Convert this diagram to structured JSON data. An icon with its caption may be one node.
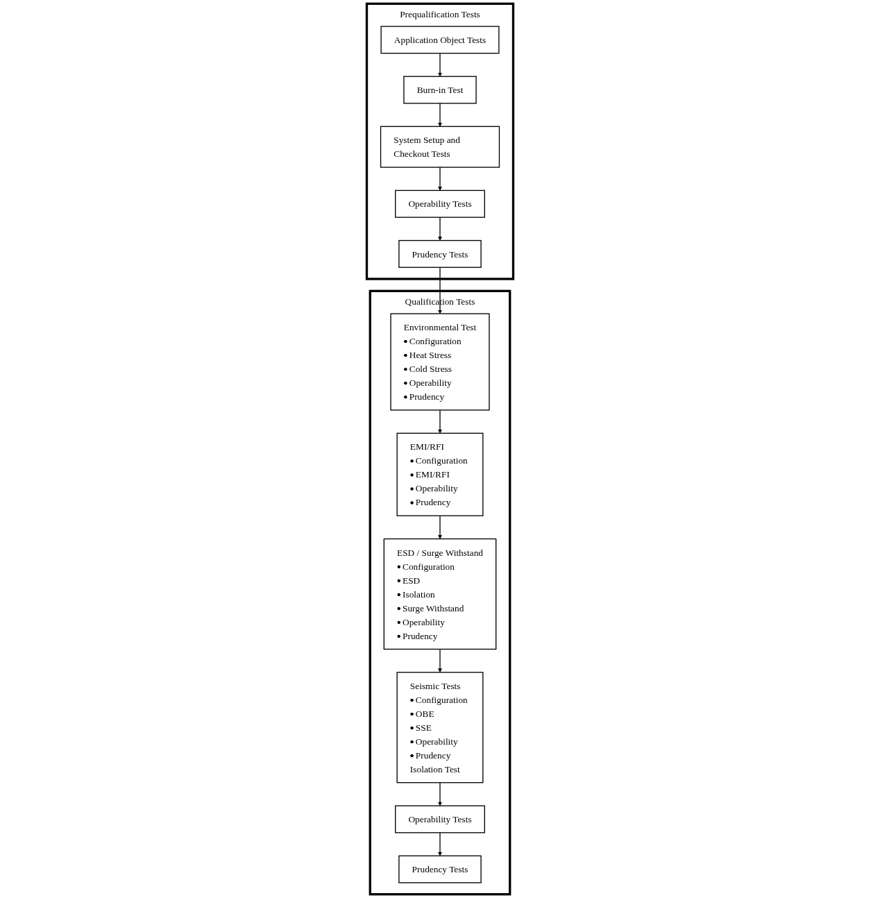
{
  "diagram": {
    "nodes": [
      {
        "text": [
          "Prequalification Tests"
        ]
      },
      {
        "text": [
          "Application Object Tests"
        ],
        "in": 0
      },
      {
        "text": [
          "Burn-in Test"
        ],
        "in": 0
      },
      {
        "text": [
          "System Setup and Checkout Tests"
        ],
        "in": 0
      },
      {
        "text": [
          "Operability Tests"
        ],
        "in": 0
      },
      {
        "text": [
          "Prudency Tests"
        ],
        "in": 0
      },
      {
        "text": [
          "Qualification Tests"
        ]
      },
      {
        "text": [
          "Environmental Test",
          "Configuration",
          "Heat Stress",
          "Cold Stress",
          "Operability",
          "Prudency"
        ],
        "in": 6
      },
      {
        "text": [
          "EMI/RFI",
          "Configuration",
          "EMI/RFI",
          "Operability",
          "Prudency"
        ],
        "in": 6
      },
      {
        "text": [
          "ESD / Surge Withstand",
          "Configuration",
          "ESD",
          "Isolation",
          "Surge Withstand",
          "Operability",
          "Prudency"
        ],
        "in": 6
      },
      {
        "text": [
          "Seismic Tests",
          "Configuration",
          "OBE",
          "SSE",
          "Operability",
          "Prudency",
          "Isolation Test"
        ],
        "in": 6
      },
      {
        "text": [
          "Operability Tests"
        ],
        "in": 6
      },
      {
        "text": [
          "Prudency Tests"
        ],
        "in": 6
      }
    ],
    "edges": [
      {
        "from": 1,
        "to": 2,
        "arrow": "to"
      },
      {
        "from": 2,
        "to": 3,
        "arrow": "to"
      },
      {
        "from": 3,
        "to": 4,
        "arrow": "to"
      },
      {
        "from": 4,
        "to": 5,
        "arrow": "to"
      },
      {
        "from": 5,
        "to": 7,
        "arrow": "to"
      },
      {
        "from": 7,
        "to": 8,
        "arrow": "to"
      },
      {
        "from": 8,
        "to": 9,
        "arrow": "to"
      },
      {
        "from": 9,
        "to": 10,
        "arrow": "to"
      },
      {
        "from": 10,
        "to": 11,
        "arrow": "to"
      },
      {
        "from": 11,
        "to": 12,
        "arrow": "to"
      }
    ]
  }
}
